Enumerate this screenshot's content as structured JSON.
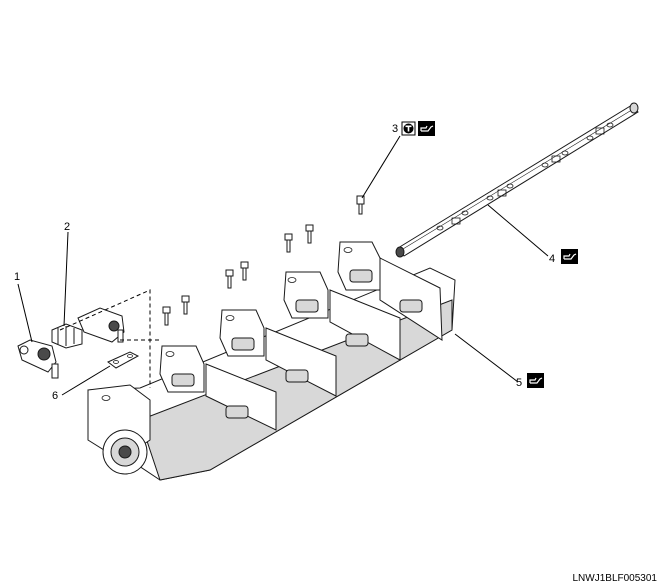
{
  "callouts": {
    "c1": "1",
    "c2": "2",
    "c3": "3",
    "c4": "4",
    "c5": "5",
    "c6": "6"
  },
  "figure_code": "LNWJ1BLF005301",
  "icons": {
    "torque": "torque-icon",
    "oil": "oil-can-icon"
  }
}
